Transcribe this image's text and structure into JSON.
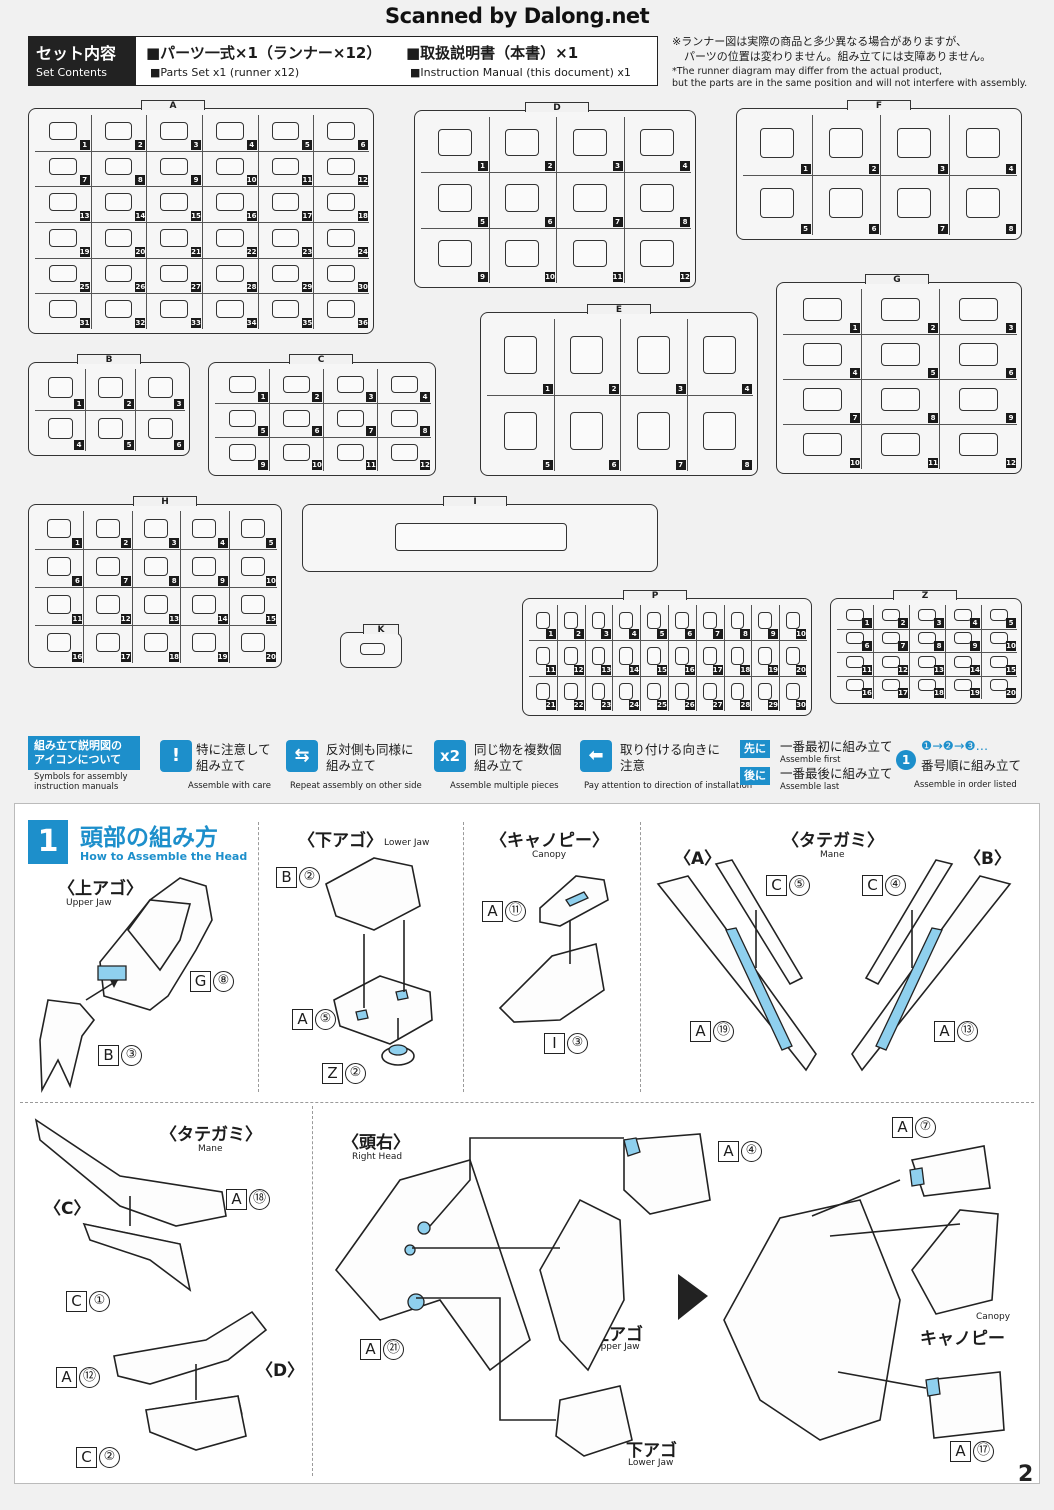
{
  "watermark": "Scanned by Dalong.net",
  "set_contents": {
    "title_jp": "セット内容",
    "title_en": "Set Contents",
    "parts_jp": "■パーツ一式×1（ランナー×12）",
    "parts_en": "■Parts Set x1 (runner x12)",
    "manual_jp": "■取扱説明書（本書）×1",
    "manual_en": "■Instruction Manual (this document) x1"
  },
  "note": {
    "jp_line1": "※ランナー図は実際の商品と多少異なる場合がありますが、",
    "jp_line2": "パーツの位置は変わりません。組み立てには支障ありません。",
    "en_line1": "*The runner diagram may differ from the actual product,",
    "en_line2": "but the parts are in the same position and will not interfere with assembly."
  },
  "runners": {
    "A": "A",
    "B": "B",
    "C": "C",
    "D": "D",
    "E": "E",
    "F": "F",
    "G": "G",
    "H": "H",
    "I": "I",
    "K": "K",
    "P": "P",
    "Z": "Z"
  },
  "legend": {
    "title_l1": "組み立て説明図の",
    "title_l2": "アイコンについて",
    "sub_l1": "Symbols for assembly",
    "sub_l2": "instruction manuals",
    "care_jp_l1": "特に注意して",
    "care_jp_l2": "組み立て",
    "care_en": "Assemble with care",
    "repeat_jp_l1": "反対側も同様に",
    "repeat_jp_l2": "組み立て",
    "repeat_en": "Repeat assembly on other side",
    "multi_icon": "x2",
    "multi_jp_l1": "同じ物を複数個",
    "multi_jp_l2": "組み立て",
    "multi_en": "Assemble multiple pieces",
    "direction_jp_l1": "取り付ける向きに",
    "direction_jp_l2": "注意",
    "direction_en": "Pay attention to direction of installation",
    "first_tag": "先に",
    "first_jp": "一番最初に組み立て",
    "first_en": "Assemble first",
    "last_tag": "後に",
    "last_jp": "一番最後に組み立て",
    "last_en": "Assemble last",
    "order_icon": "1",
    "order_seq": "❶→❷→❸…",
    "order_jp": "番号順に組み立て",
    "order_en": "Assemble in order listed"
  },
  "step": {
    "number": "1",
    "title_jp": "頭部の組み方",
    "title_en": "How to Assemble the Head"
  },
  "labels": {
    "upper_jaw_jp": "〈上アゴ〉",
    "upper_jaw_en": "Upper Jaw",
    "lower_jaw_jp": "〈下アゴ〉",
    "lower_jaw_en": "Lower Jaw",
    "canopy_jp": "〈キャノピー〉",
    "canopy_en": "Canopy",
    "mane_jp": "〈タテガミ〉",
    "mane_en": "Mane",
    "mane_a": "〈A〉",
    "mane_b": "〈B〉",
    "mane_c": "〈C〉",
    "mane_d": "〈D〉",
    "head_right_jp": "〈頭右〉",
    "head_right_en": "Right Head",
    "final_upper_jp": "上アゴ",
    "final_upper_en": "Upper Jaw",
    "final_lower_jp": "下アゴ",
    "final_lower_en": "Lower Jaw",
    "final_canopy_jp": "キャノピー",
    "final_canopy_en": "Canopy"
  },
  "part_codes": {
    "g8": {
      "l": "G",
      "n": "⑧"
    },
    "b3": {
      "l": "B",
      "n": "③"
    },
    "b2": {
      "l": "B",
      "n": "②"
    },
    "a5": {
      "l": "A",
      "n": "⑤"
    },
    "z2": {
      "l": "Z",
      "n": "②"
    },
    "a11": {
      "l": "A",
      "n": "⑪"
    },
    "i3": {
      "l": "I",
      "n": "③"
    },
    "c5": {
      "l": "C",
      "n": "⑤"
    },
    "c4": {
      "l": "C",
      "n": "④"
    },
    "a19": {
      "l": "A",
      "n": "⑲"
    },
    "a13": {
      "l": "A",
      "n": "⑬"
    },
    "a18": {
      "l": "A",
      "n": "⑱"
    },
    "c1": {
      "l": "C",
      "n": "①"
    },
    "a12": {
      "l": "A",
      "n": "⑫"
    },
    "c2": {
      "l": "C",
      "n": "②"
    },
    "a4": {
      "l": "A",
      "n": "④"
    },
    "a21": {
      "l": "A",
      "n": "㉑"
    },
    "a7": {
      "l": "A",
      "n": "⑦"
    },
    "a17": {
      "l": "A",
      "n": "⑰"
    }
  },
  "page_number": "2",
  "colors": {
    "accent": "#1d8fcb",
    "ink": "#1c1c1c",
    "part_highlight": "#8fd0ee"
  }
}
